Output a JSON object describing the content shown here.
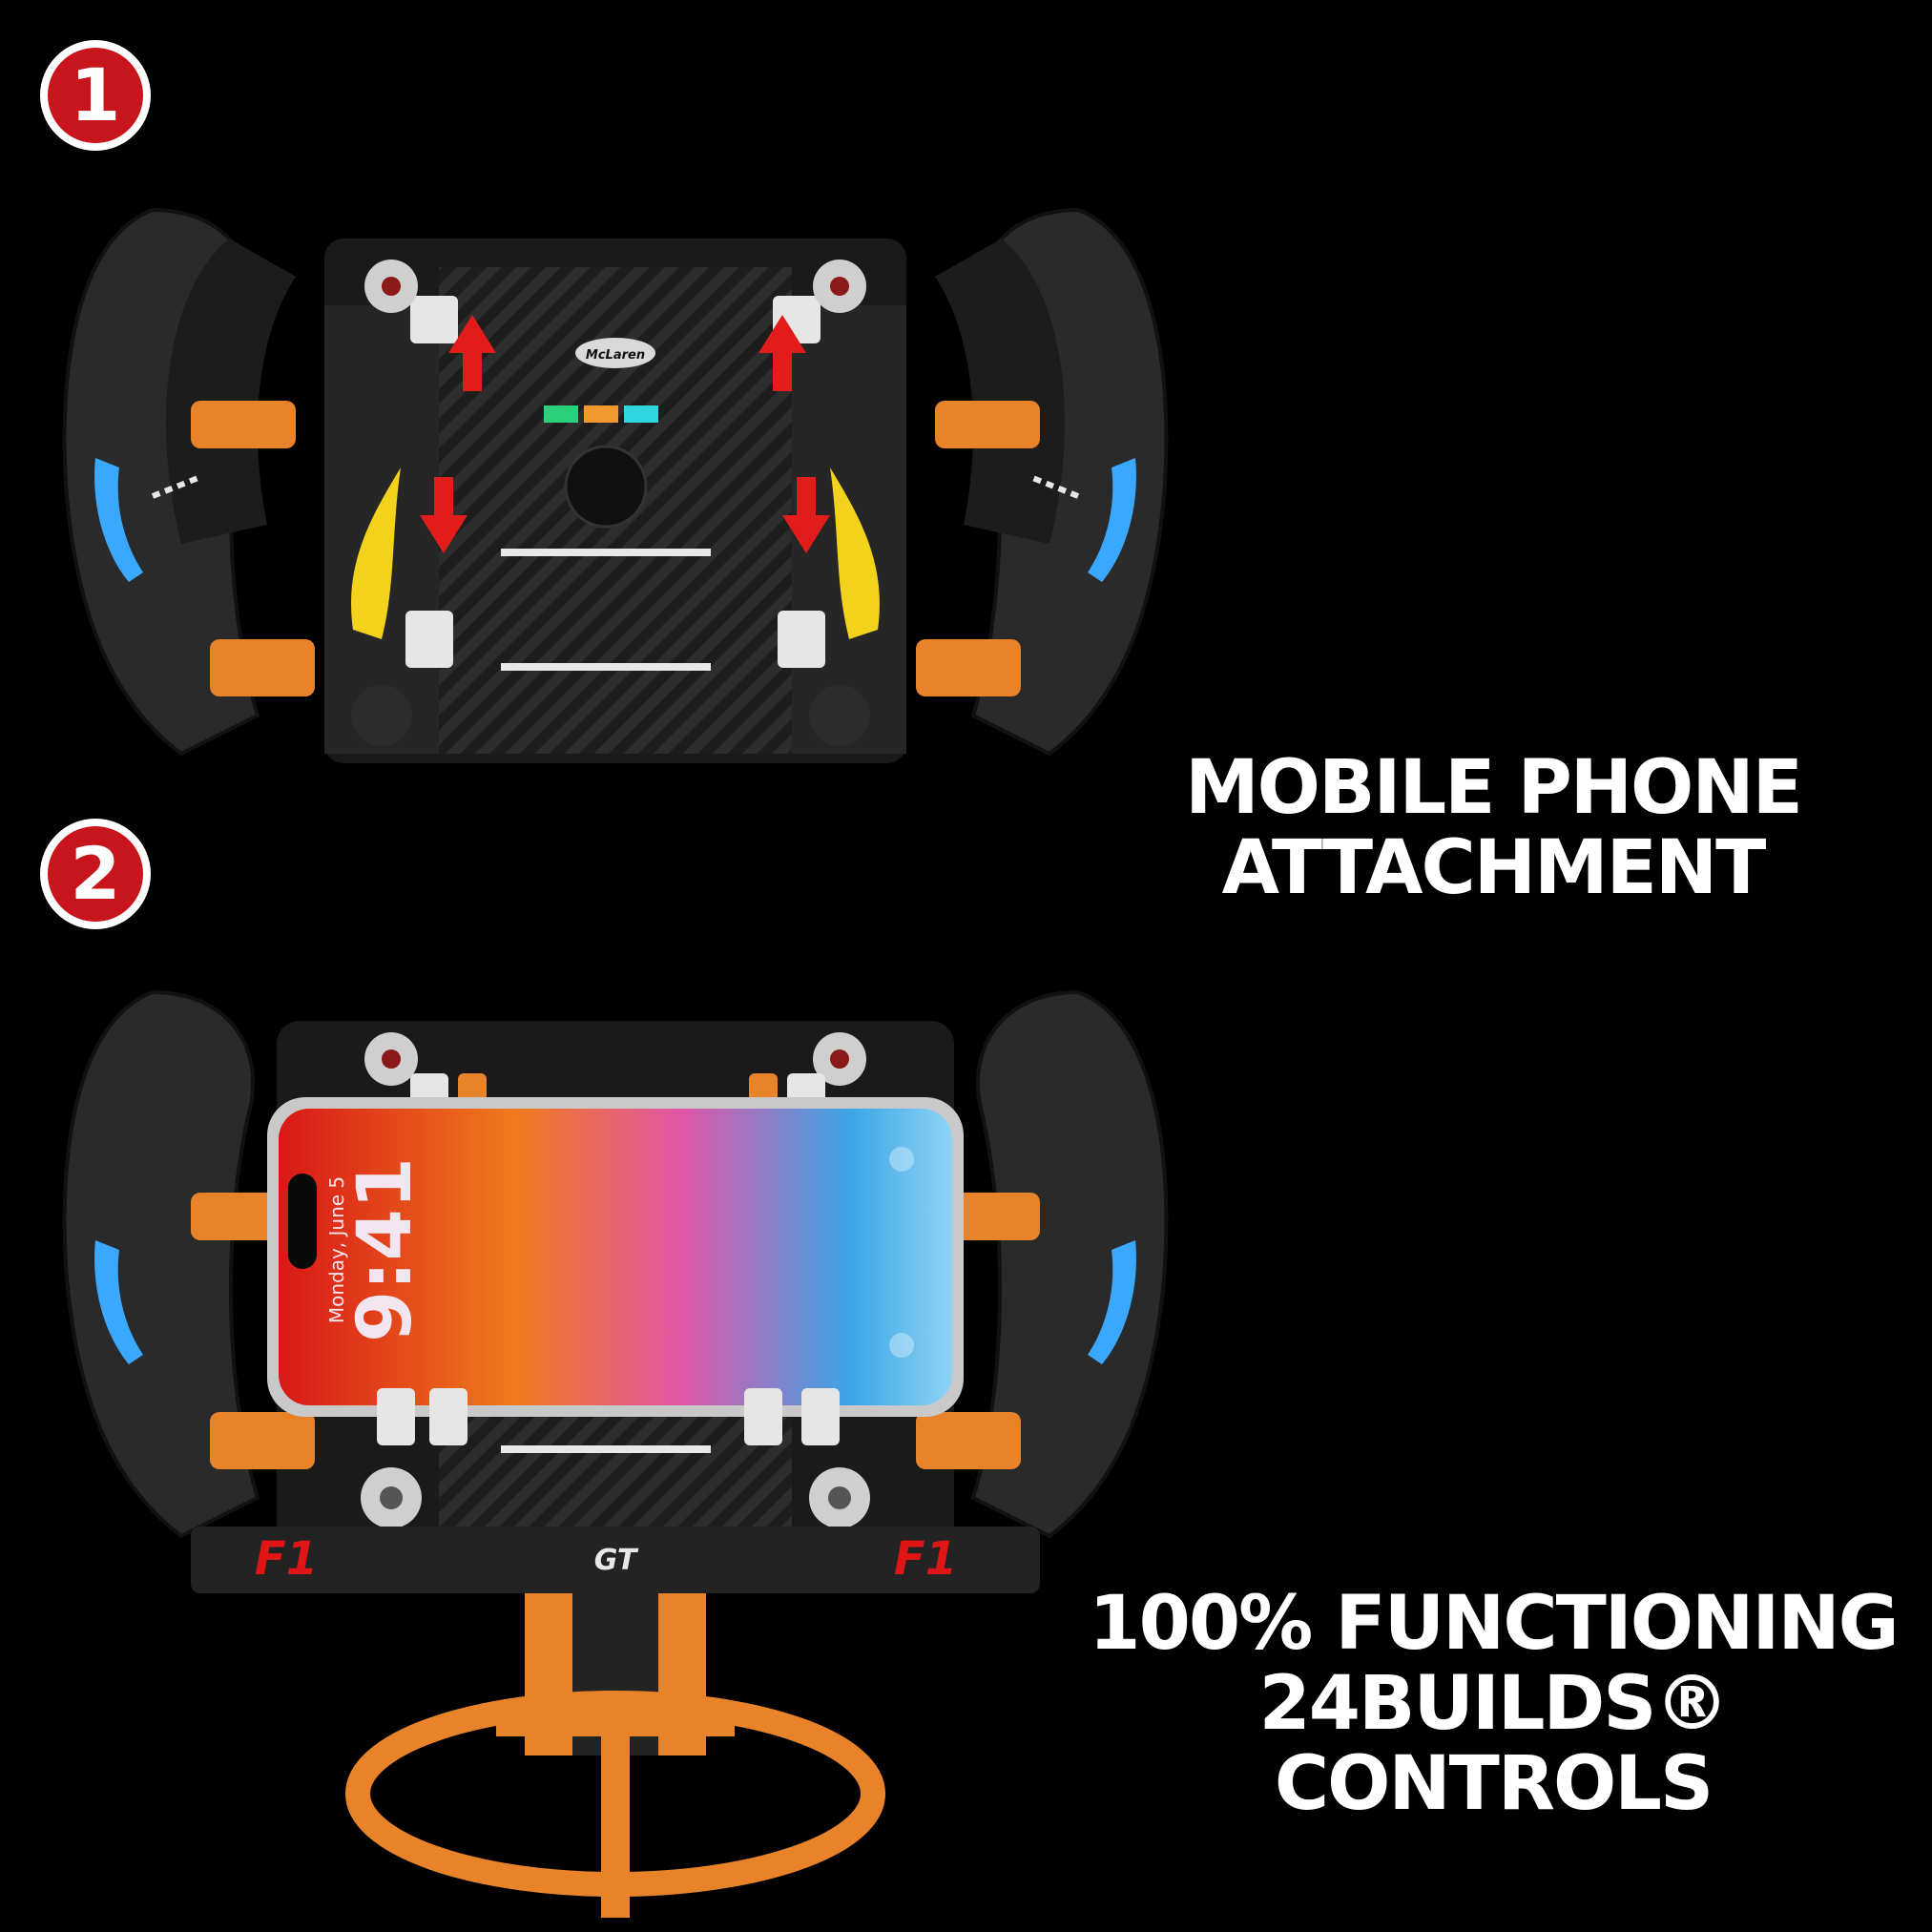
{
  "steps": [
    {
      "number": "1"
    },
    {
      "number": "2"
    }
  ],
  "captions": {
    "phone": {
      "line1": "MOBILE PHONE",
      "line2": "ATTACHMENT"
    },
    "controls": {
      "line1": "100% FUNCTIONING",
      "line2": "24BUILDS® CONTROLS"
    }
  },
  "wheel1": {
    "badge": "McLaren"
  },
  "phone_screen": {
    "date": "Monday, June 5",
    "time": "9:41"
  },
  "wheel2": {
    "badge_left": "F1",
    "badge_right": "F1",
    "center_logo": "GT"
  },
  "colors": {
    "background": "#000000",
    "badge_red": "#c8141b",
    "orange": "#e8832a",
    "carbon": "#232323",
    "led_blue": "#3aa8ff",
    "text": "#ffffff"
  }
}
